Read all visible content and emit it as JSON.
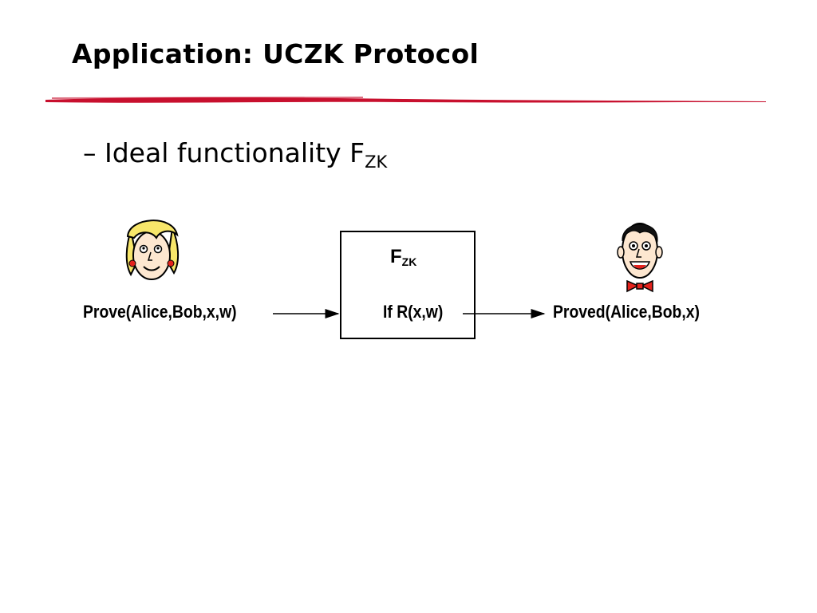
{
  "slide": {
    "title": "Application: UCZK Protocol",
    "bullet": {
      "prefix": "– Ideal functionality F",
      "subscript": "ZK"
    }
  },
  "diagram": {
    "left_label": "Prove(Alice,Bob,x,w)",
    "box": {
      "title": "F",
      "title_subscript": "ZK",
      "condition": "If R(x,w)"
    },
    "right_label": "Proved(Alice,Bob,x)",
    "icons": [
      "alice-face",
      "bob-face"
    ],
    "colors": {
      "rule": "#c8102e",
      "alice_hair": "#f7e66a",
      "bob_bowtie": "#e3221c"
    }
  }
}
